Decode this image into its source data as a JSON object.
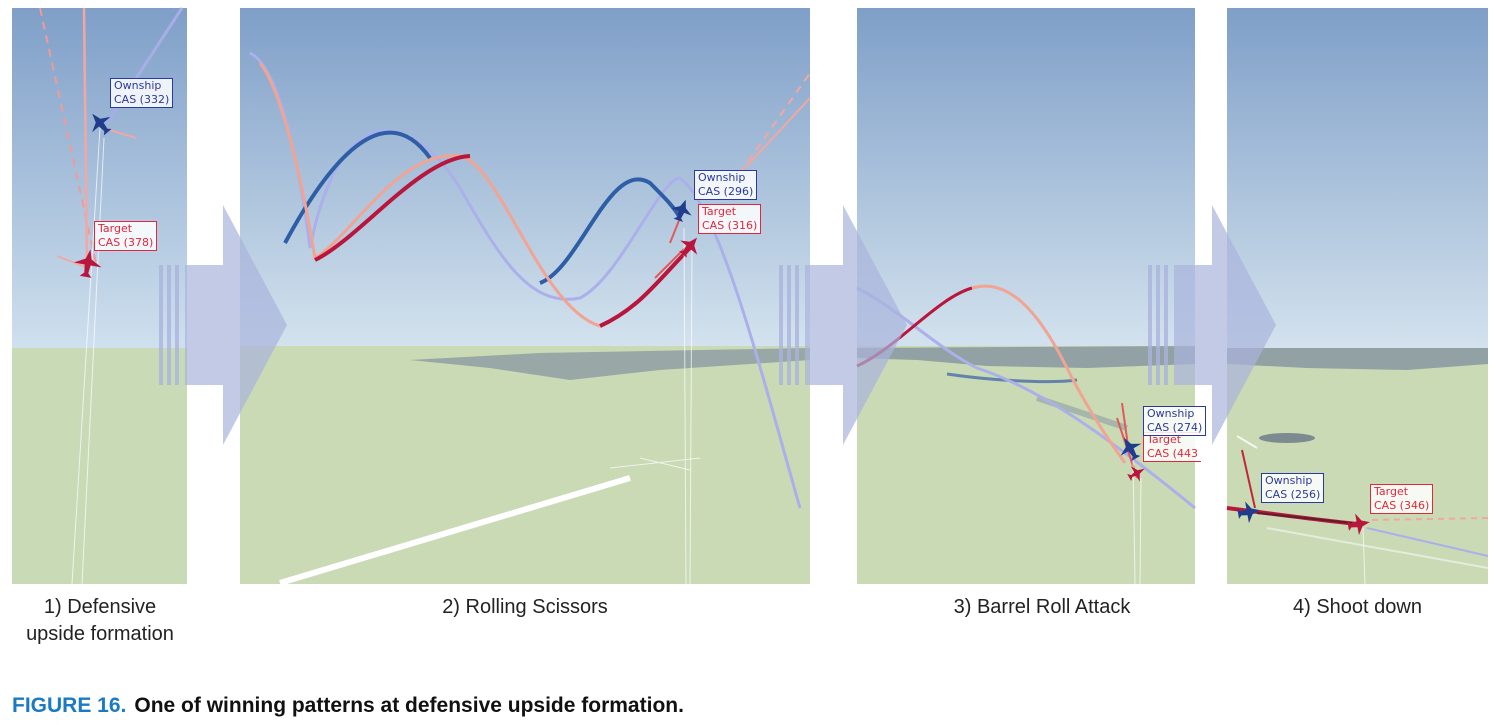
{
  "panels": [
    {
      "caption_line1": "1) Defensive",
      "caption_line2": "upside formation",
      "ownship": {
        "label": "Ownship",
        "cas": "CAS (332)"
      },
      "target": {
        "label": "Target",
        "cas": "CAS (378)"
      }
    },
    {
      "caption": "2) Rolling Scissors",
      "ownship": {
        "label": "Ownship",
        "cas": "CAS (296)"
      },
      "target": {
        "label": "Target",
        "cas": "CAS (316)"
      }
    },
    {
      "caption": "3) Barrel Roll Attack",
      "ownship": {
        "label": "Ownship",
        "cas": "CAS (274)"
      },
      "target": {
        "label": "Target",
        "cas": "CAS (443"
      }
    },
    {
      "caption": "4) Shoot down",
      "ownship": {
        "label": "Ownship",
        "cas": "CAS (256)"
      },
      "target": {
        "label": "Target",
        "cas": "CAS (346)"
      }
    }
  ],
  "figure": {
    "number": "FIGURE 16.",
    "text": "One of winning patterns at defensive upside formation."
  },
  "colors": {
    "ownship": "#1f3d8c",
    "target": "#b8163c",
    "sky_top": "#7fa0c9",
    "ground": "#c6d8b3"
  }
}
